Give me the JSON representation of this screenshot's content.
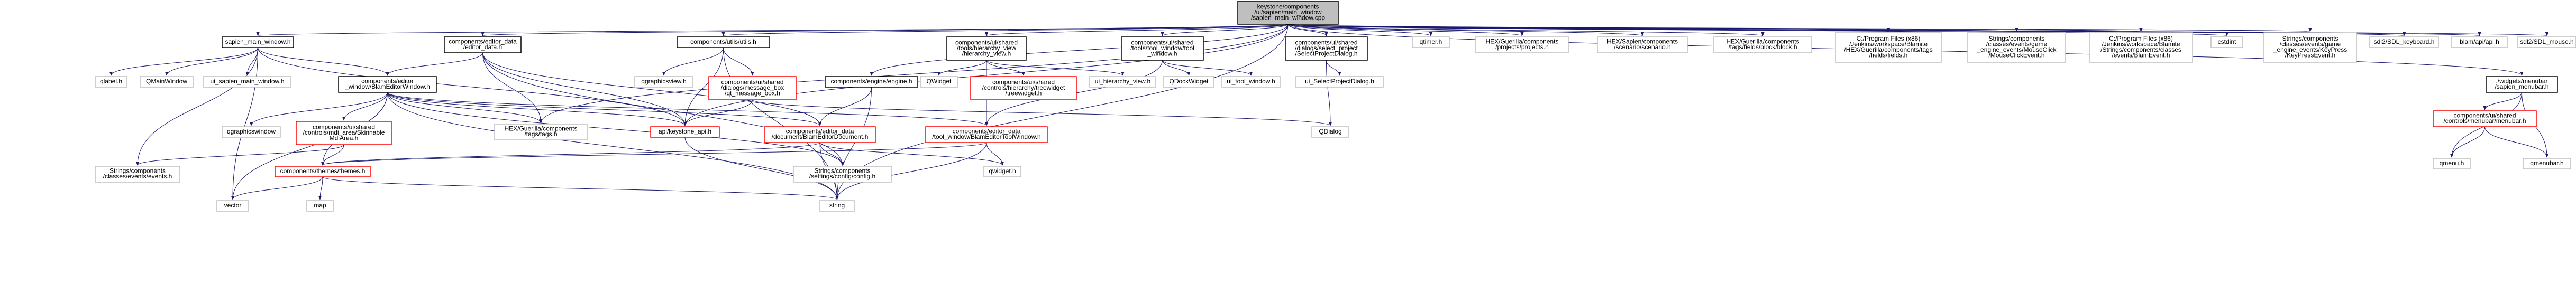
{
  "colors": {
    "edge": "#191970",
    "root_fill": "#bfbfbf",
    "root_border": "#000000",
    "node_fill": "#ffffff",
    "node_border": "#000000",
    "grey_border": "#bfbfbf",
    "red_border": "#ff0000"
  },
  "nodes": [
    {
      "id": "root",
      "lines": [
        "keystone/components",
        "/ui/sapien/main_window",
        "/sapien_main_window.cpp"
      ],
      "kind": "root"
    },
    {
      "id": "smw",
      "lines": [
        "sapien_main_window.h"
      ],
      "kind": "normal"
    },
    {
      "id": "ced",
      "lines": [
        "components/editor_data",
        "/editor_data.h"
      ],
      "kind": "normal"
    },
    {
      "id": "uu",
      "lines": [
        "components/utils/utils.h"
      ],
      "kind": "normal"
    },
    {
      "id": "hv",
      "lines": [
        "components/ui/shared",
        "/tools/hierarchy_view",
        "/hierarchy_view.h"
      ],
      "kind": "normal"
    },
    {
      "id": "tw",
      "lines": [
        "components/ui/shared",
        "/tools/tool_window/tool",
        "_window.h"
      ],
      "kind": "normal"
    },
    {
      "id": "sp",
      "lines": [
        "components/ui/shared",
        "/dialogs/select_project",
        "/SelectProjectDialog.h"
      ],
      "kind": "normal"
    },
    {
      "id": "qtimer",
      "lines": [
        "qtimer.h"
      ],
      "kind": "grey"
    },
    {
      "id": "projects",
      "lines": [
        "HEX/Guerilla/components",
        "/projects/projects.h"
      ],
      "kind": "grey"
    },
    {
      "id": "scenario",
      "lines": [
        "HEX/Sapien/components",
        "/scenario/scenario.h"
      ],
      "kind": "grey"
    },
    {
      "id": "bitmaps",
      "lines": [
        "HEX/Guerilla/components",
        "/tags/fields/block/block.h"
      ],
      "kind": "grey"
    },
    {
      "id": "fields",
      "lines": [
        "C:/Program Files (x86)",
        "/Jenkins/workspace/Blamite",
        "/HEX/Guerilla/components/tags",
        "/fields/fields.h"
      ],
      "kind": "grey"
    },
    {
      "id": "mouse",
      "lines": [
        "Strings/components",
        "/classes/events/game",
        "_engine_events/MouseClick",
        "/MouseClickEvent.h"
      ],
      "kind": "grey"
    },
    {
      "id": "blam",
      "lines": [
        "C:/Program Files (x86)",
        "/Jenkins/workspace/Blamite",
        "/Strings/components/classes",
        "/events/BlamEvent.h"
      ],
      "kind": "grey"
    },
    {
      "id": "cstdint",
      "lines": [
        "cstdint"
      ],
      "kind": "grey"
    },
    {
      "id": "keypress",
      "lines": [
        "Strings/components",
        "/classes/events/game",
        "_engine_events/KeyPress",
        "/KeyPressEvent.h"
      ],
      "kind": "grey"
    },
    {
      "id": "sdlkb",
      "lines": [
        "sdl2/SDL_keyboard.h"
      ],
      "kind": "grey"
    },
    {
      "id": "blamapi",
      "lines": [
        "blam/api/api.h"
      ],
      "kind": "grey"
    },
    {
      "id": "sdlmouse",
      "lines": [
        "sdl2/SDL_mouse.h"
      ],
      "kind": "grey"
    },
    {
      "id": "menubar",
      "lines": [
        "./widgets/menubar",
        "/sapien_menubar.h"
      ],
      "kind": "normal"
    },
    {
      "id": "qlabel",
      "lines": [
        "qlabel.h"
      ],
      "kind": "grey"
    },
    {
      "id": "qmainwindow",
      "lines": [
        "QMainWindow"
      ],
      "kind": "grey"
    },
    {
      "id": "uisapien",
      "lines": [
        "ui_sapien_main_window.h"
      ],
      "kind": "grey"
    },
    {
      "id": "bew",
      "lines": [
        "components/editor",
        "_window/BlamEditorWindow.h"
      ],
      "kind": "normal"
    },
    {
      "id": "qgraphicsview",
      "lines": [
        "qgraphicsview.h"
      ],
      "kind": "grey"
    },
    {
      "id": "msgbox",
      "lines": [
        "components/ui/shared",
        "/dialogs/message_box",
        "/qt_message_box.h"
      ],
      "kind": "red"
    },
    {
      "id": "engine",
      "lines": [
        "components/engine/engine.h"
      ],
      "kind": "normal"
    },
    {
      "id": "qwidget",
      "lines": [
        "QWidget"
      ],
      "kind": "grey"
    },
    {
      "id": "treewidget",
      "lines": [
        "components/ui/shared",
        "/controls/hierarchy/treewidget",
        "/treewidget.h"
      ],
      "kind": "red"
    },
    {
      "id": "uihv",
      "lines": [
        "ui_hierarchy_view.h"
      ],
      "kind": "grey"
    },
    {
      "id": "qdock",
      "lines": [
        "QDockWidget"
      ],
      "kind": "grey"
    },
    {
      "id": "uitool",
      "lines": [
        "ui_tool_window.h"
      ],
      "kind": "grey"
    },
    {
      "id": "uisel",
      "lines": [
        "ui_SelectProjectDialog.h"
      ],
      "kind": "grey"
    },
    {
      "id": "rmenubar",
      "lines": [
        "components/ui/shared",
        "/controls/menubar/menubar.h"
      ],
      "kind": "red"
    },
    {
      "id": "qmenu",
      "lines": [
        "qmenu.h"
      ],
      "kind": "grey"
    },
    {
      "id": "qmenubar",
      "lines": [
        "qmenubar.h"
      ],
      "kind": "grey"
    },
    {
      "id": "qgraphicswin",
      "lines": [
        "qgraphicswindow"
      ],
      "kind": "grey"
    },
    {
      "id": "mdi",
      "lines": [
        "components/ui/shared",
        "/controls/mdi_area/Skinnable",
        "MdiArea.h"
      ],
      "kind": "red"
    },
    {
      "id": "fags",
      "lines": [
        "HEX/Guerilla/components",
        "/tags/tags.h"
      ],
      "kind": "grey"
    },
    {
      "id": "kapi",
      "lines": [
        "api/keystone_api.h"
      ],
      "kind": "red"
    },
    {
      "id": "bedoc",
      "lines": [
        "components/editor_data",
        "/document/BlamEditorDocument.h"
      ],
      "kind": "red"
    },
    {
      "id": "betool",
      "lines": [
        "components/editor_data",
        "/tool_window/BlamEditorToolWindow.h"
      ],
      "kind": "red"
    },
    {
      "id": "qdialog",
      "lines": [
        "QDialog"
      ],
      "kind": "grey"
    },
    {
      "id": "events",
      "lines": [
        "Strings/components",
        "/classes/events/events.h"
      ],
      "kind": "grey"
    },
    {
      "id": "themes",
      "lines": [
        "components/themes/themes.h"
      ],
      "kind": "red"
    },
    {
      "id": "config",
      "lines": [
        "Strings/components",
        "/settings/config/config.h"
      ],
      "kind": "grey"
    },
    {
      "id": "qwidgeth",
      "lines": [
        "qwidget.h"
      ],
      "kind": "grey"
    },
    {
      "id": "vector",
      "lines": [
        "vector"
      ],
      "kind": "grey"
    },
    {
      "id": "map",
      "lines": [
        "map"
      ],
      "kind": "grey"
    },
    {
      "id": "string",
      "lines": [
        "string"
      ],
      "kind": "grey"
    }
  ],
  "edges": [
    [
      "root",
      "smw"
    ],
    [
      "root",
      "ced"
    ],
    [
      "root",
      "uu"
    ],
    [
      "root",
      "hv"
    ],
    [
      "root",
      "tw"
    ],
    [
      "root",
      "sp"
    ],
    [
      "root",
      "qtimer"
    ],
    [
      "root",
      "projects"
    ],
    [
      "root",
      "scenario"
    ],
    [
      "root",
      "bitmaps"
    ],
    [
      "root",
      "fields"
    ],
    [
      "root",
      "mouse"
    ],
    [
      "root",
      "blam"
    ],
    [
      "root",
      "cstdint"
    ],
    [
      "root",
      "keypress"
    ],
    [
      "root",
      "sdlkb"
    ],
    [
      "root",
      "blamapi"
    ],
    [
      "root",
      "sdlmouse"
    ],
    [
      "root",
      "menubar"
    ],
    [
      "root",
      "kapi"
    ],
    [
      "root",
      "fags"
    ],
    [
      "root",
      "string"
    ],
    [
      "root",
      "engine"
    ],
    [
      "smw",
      "qlabel"
    ],
    [
      "smw",
      "qmainwindow"
    ],
    [
      "smw",
      "uisapien"
    ],
    [
      "smw",
      "bew"
    ],
    [
      "smw",
      "kapi"
    ],
    [
      "smw",
      "vector"
    ],
    [
      "smw",
      "events"
    ],
    [
      "ced",
      "bew"
    ],
    [
      "ced",
      "kapi"
    ],
    [
      "ced",
      "fags"
    ],
    [
      "ced",
      "config"
    ],
    [
      "ced",
      "bedoc"
    ],
    [
      "uu",
      "qgraphicsview"
    ],
    [
      "uu",
      "msgbox"
    ],
    [
      "uu",
      "kapi"
    ],
    [
      "uu",
      "string"
    ],
    [
      "hv",
      "qwidget"
    ],
    [
      "hv",
      "treewidget"
    ],
    [
      "hv",
      "uihv"
    ],
    [
      "hv",
      "betool"
    ],
    [
      "tw",
      "qdock"
    ],
    [
      "tw",
      "uitool"
    ],
    [
      "tw",
      "betool"
    ],
    [
      "sp",
      "qdialog"
    ],
    [
      "sp",
      "uisel"
    ],
    [
      "menubar",
      "rmenubar"
    ],
    [
      "menubar",
      "qmenu"
    ],
    [
      "menubar",
      "qmenubar"
    ],
    [
      "rmenubar",
      "qmenu"
    ],
    [
      "rmenubar",
      "qmenubar"
    ],
    [
      "bew",
      "qgraphicswin"
    ],
    [
      "bew",
      "mdi"
    ],
    [
      "bew",
      "fags"
    ],
    [
      "bew",
      "kapi"
    ],
    [
      "bew",
      "bedoc"
    ],
    [
      "bew",
      "betool"
    ],
    [
      "bew",
      "themes"
    ],
    [
      "bew",
      "config"
    ],
    [
      "bew",
      "vector"
    ],
    [
      "bew",
      "string"
    ],
    [
      "msgbox",
      "kapi"
    ],
    [
      "msgbox",
      "qdialog"
    ],
    [
      "engine",
      "bedoc"
    ],
    [
      "engine",
      "string"
    ],
    [
      "mdi",
      "events"
    ],
    [
      "mdi",
      "themes"
    ],
    [
      "bedoc",
      "themes"
    ],
    [
      "bedoc",
      "qwidgeth"
    ],
    [
      "bedoc",
      "config"
    ],
    [
      "bedoc",
      "string"
    ],
    [
      "betool",
      "themes"
    ],
    [
      "betool",
      "qwidgeth"
    ],
    [
      "betool",
      "string"
    ],
    [
      "kapi",
      "string"
    ],
    [
      "themes",
      "vector"
    ],
    [
      "themes",
      "map"
    ],
    [
      "themes",
      "string"
    ]
  ]
}
